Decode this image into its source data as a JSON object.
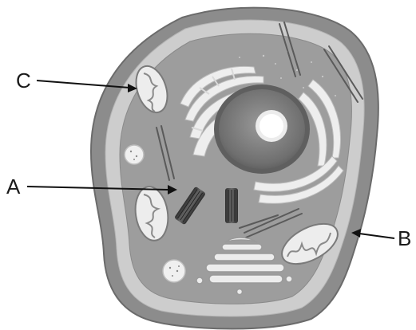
{
  "labels": {
    "a": "A",
    "b": "B",
    "c": "C"
  },
  "colors": {
    "cell_wall": "#8c8c8c",
    "cell_wall_edge": "#6e6e6e",
    "membrane_band": "#c9c9c9",
    "cytoplasm": "#9a9a9a",
    "organelle_light": "#f2f2f2",
    "organelle_dark": "#4a4a4a",
    "nucleus": "#7d7d7d",
    "nucleolus": "#ffffff",
    "arrow": "#111111"
  }
}
